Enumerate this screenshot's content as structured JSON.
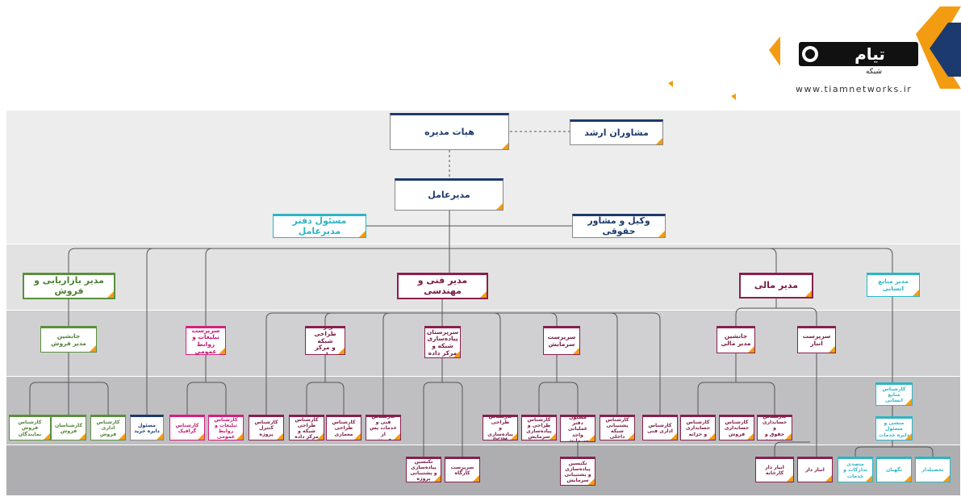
{
  "brand": {
    "logo_text": "تیام",
    "logo_sub": "شبکه",
    "website": "www.tiamnetworks.ir"
  },
  "colors": {
    "navy": "#1c3a6e",
    "cyan": "#2bb5c5",
    "green": "#5a8f3c",
    "wine": "#8a1f4e",
    "magenta": "#d61f7e",
    "accent": "#f39c12"
  },
  "org": {
    "board": "هیات مدیره",
    "senior_advisors": "مشاوران ارشد",
    "ceo": "مدیرعامل",
    "ceo_office": "مسئول دفتر مدیرعامل",
    "legal": "وکیل و مشاور حقوقی",
    "marketing_sales": "مدیر بازاریابی و فروش",
    "sales_deputy": "جانشین\nمدیر فروش",
    "sales_rep_expert": "کارشناس\nفروش نمایندگان",
    "sales_experts": "کارشناسان\nفروش",
    "sales_admin_expert": "کارشناس\nاداری فروش",
    "purchase_officer": "مسئول\nدایره خرید",
    "pr_supervisor": "سرپرست\nتبلیغات و\nروابط عمومی",
    "graphic_expert": "کارشناس\nگرافیک",
    "pr_expert": "کارشناس\nتبلیغات و\nروابط عمومی",
    "tech_eng": "مدیر فنی و مهندسی",
    "net_design_sup": "سرپرست\nطراحی شبکه\nو مرکز داده",
    "net_impl_sup": "سرپرستان\nپیاده‌سازی\nشبکه و\nمرکز داده",
    "hvac_sup": "سرپرست\nسرمایش",
    "project_control": "کارشناس\nکنترل پروژه",
    "net_design_expert": "کارشناس\nطراحی\nشبکه و مرکز داده",
    "arch_design_expert": "کارشناس\nطراحی معماری",
    "tech_service_expert": "کارشناس فنی و\nخدمات پس از\nفروش",
    "dcim_expert": "کارشناس طراحی\nو پیاده‌سازی\nDCIM",
    "hvac_impl_expert": "کارشناس\nطراحی و\nپیاده‌سازی\nسرمایش",
    "hvac_ops_officer": "مسئول\nدفتر عملیاتی\nواحد سرمایش",
    "internal_support": "کارشناس\nپشتیبانی\nشبکه داخلی",
    "tech_admin_expert": "کارشناس\nاداری فنی",
    "impl_tech": "تکنسین\nپیاده‌سازی\nو پشتیبانی پروژه",
    "workshop_sup": "سرپرست\nکارگاه",
    "hvac_tech": "تکنسین\nپیاده‌سازی\nو پشتیبانی\nسرمایش",
    "finance": "مدیر مالی",
    "finance_deputy": "جانشین\nمدیر مالی",
    "warehouse_sup": "سرپرست\nانبار",
    "treasury_expert": "کارشناس\nحسابداری\nو خزانه",
    "sales_acc_expert": "کارشناس\nحسابداری\nفروش",
    "payroll_expert": "کارشناس\nحسابداری و\nحقوق و دستمزد",
    "factory_keeper": "انبار دار کارخانه",
    "keeper": "انبار دار",
    "hr_manager": "مدیر منابع انسانی",
    "hr_expert": "کارشناس\nمنابع انسانی",
    "secretary": "منشی و مسئول\nدایره خدمات",
    "services": "متصدی\nتدارکات و\nخدمات",
    "guard": "نگهبان",
    "driver": "تحصیلدار"
  }
}
